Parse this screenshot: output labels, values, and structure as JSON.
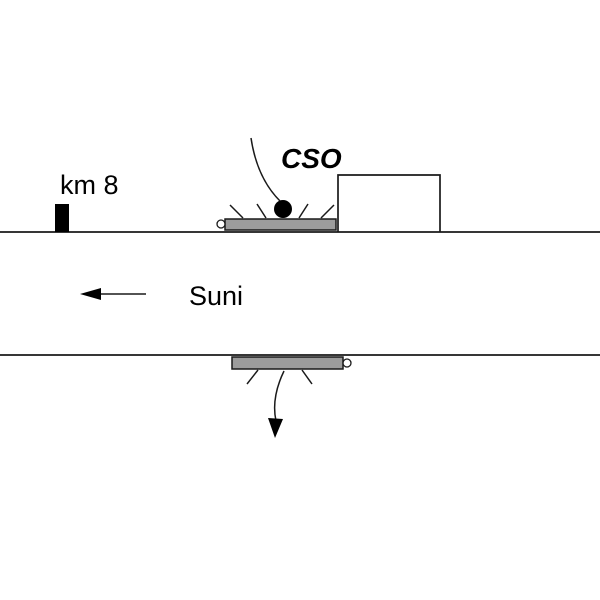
{
  "diagram": {
    "labels": {
      "milestone": "km 8",
      "station": "CSO",
      "direction": "Suni"
    },
    "colors": {
      "line": "#1a1a1a",
      "bar_fill": "#9c9c9c",
      "bar_stroke": "#1a1a1a",
      "marker_fill": "#000000",
      "endpoint_fill": "#ffffff",
      "background": "#ffffff"
    }
  }
}
